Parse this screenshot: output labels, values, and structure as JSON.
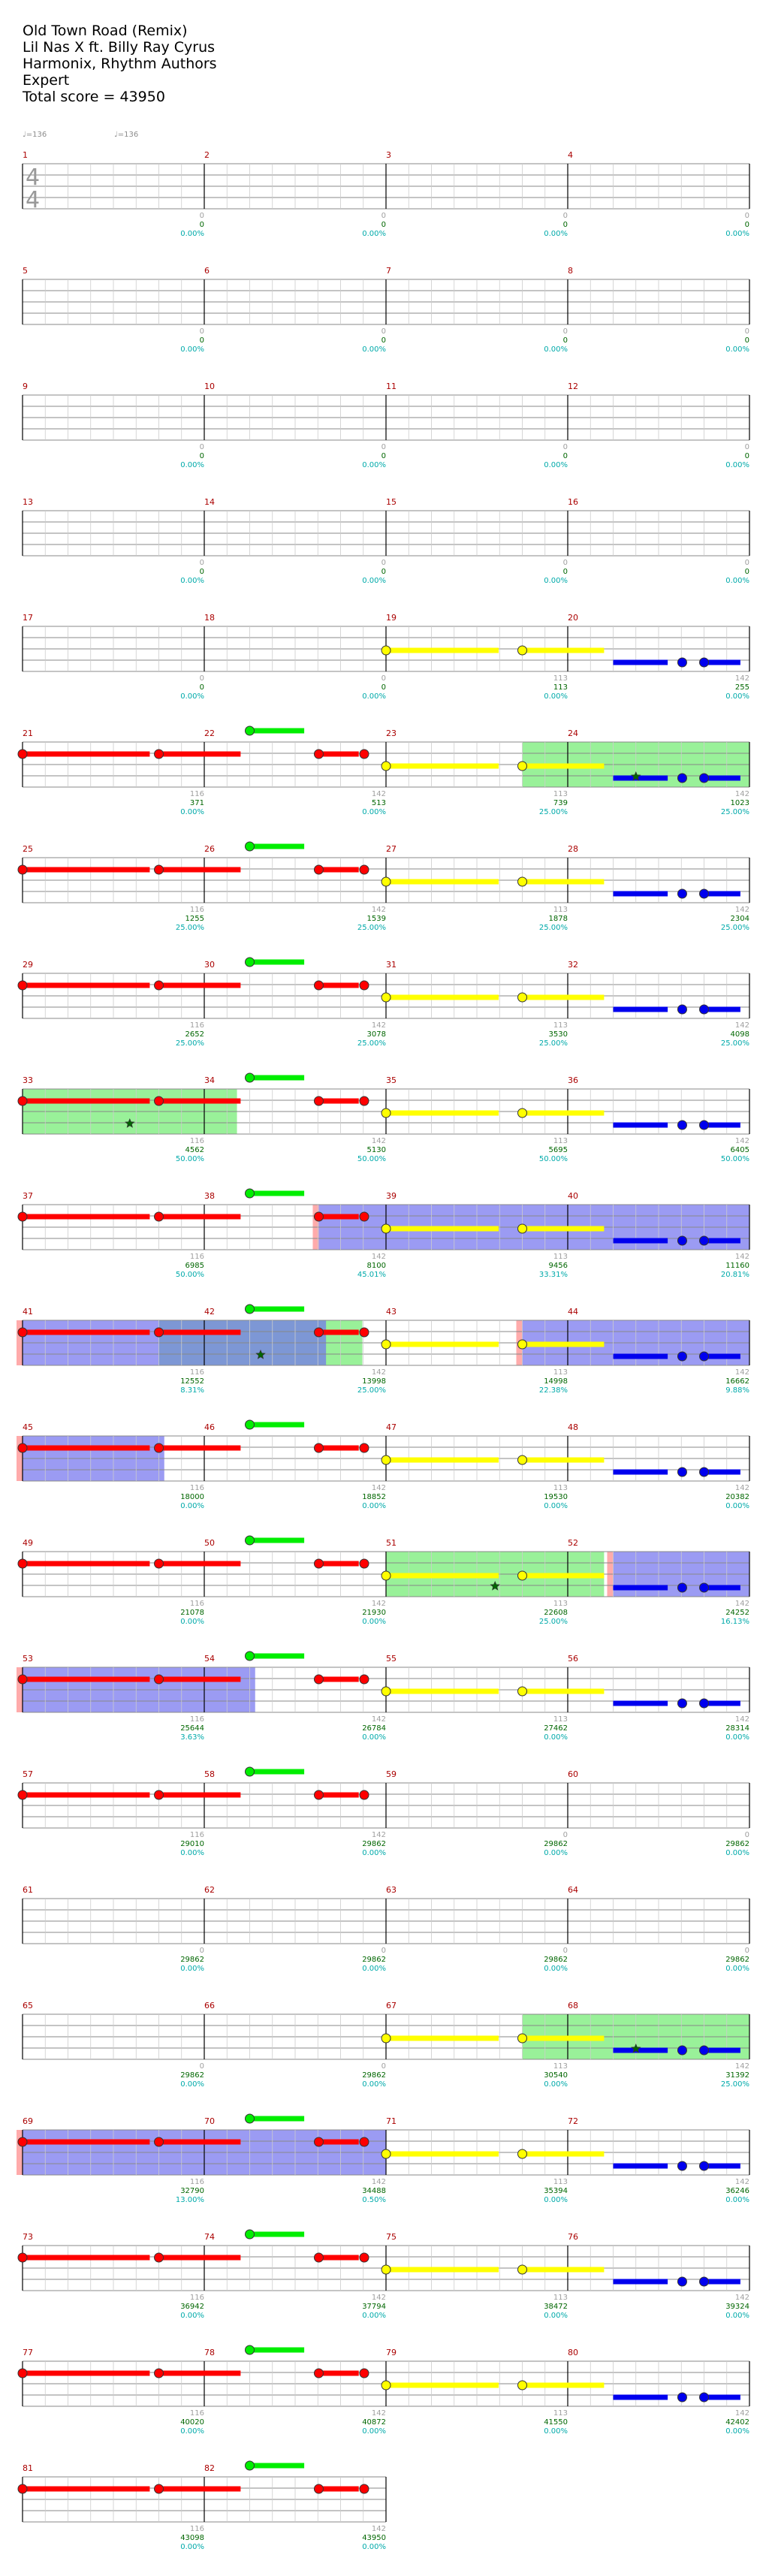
{
  "header": {
    "title": "Old Town Road (Remix)",
    "artist": "Lil Nas X ft. Billy Ray Cyrus",
    "charter": "Harmonix, Rhythm Authors",
    "difficulty": "Expert",
    "total_score": "Total score = 43950"
  },
  "tempo_markers": [
    "♩=136",
    "♩=136"
  ],
  "time_signature": [
    "4",
    "4"
  ],
  "colors": {
    "measure_number": "#aa0000",
    "red": "#ff0000",
    "yellow": "#ffff00",
    "blue": "#0000ee",
    "green": "#00ee00",
    "star_power": "#80ee80",
    "overdrive": "#7070ee",
    "cumulative": "#006600",
    "percent": "#00aaaa",
    "points": "#a0a0a0",
    "text_gray": "#8c8c8c"
  },
  "chart_data": {
    "type": "table",
    "measures": [
      {
        "num": 1,
        "score": 0,
        "pct": "0.00%",
        "pts": null
      },
      {
        "num": 2,
        "score": 0,
        "pct": "0.00%",
        "pts": null
      },
      {
        "num": 3,
        "score": 0,
        "pct": "0.00%",
        "pts": null
      },
      {
        "num": 4,
        "score": 0,
        "pct": "0.00%",
        "pts": null
      },
      {
        "num": 5,
        "score": 0,
        "pct": "0.00%",
        "pts": null
      },
      {
        "num": 6,
        "score": 0,
        "pct": "0.00%",
        "pts": null
      },
      {
        "num": 7,
        "score": 0,
        "pct": "0.00%",
        "pts": null
      },
      {
        "num": 8,
        "score": 0,
        "pct": "0.00%",
        "pts": null
      },
      {
        "num": 9,
        "score": 0,
        "pct": "0.00%",
        "pts": null
      },
      {
        "num": 10,
        "score": 0,
        "pct": "0.00%",
        "pts": null
      },
      {
        "num": 11,
        "score": 0,
        "pct": "0.00%",
        "pts": null
      },
      {
        "num": 12,
        "score": 0,
        "pct": "0.00%",
        "pts": null
      },
      {
        "num": 13,
        "score": 0,
        "pct": "0.00%",
        "pts": null
      },
      {
        "num": 14,
        "score": 0,
        "pct": "0.00%",
        "pts": null
      },
      {
        "num": 15,
        "score": 0,
        "pct": "0.00%",
        "pts": null
      },
      {
        "num": 16,
        "score": 0,
        "pct": "0.00%",
        "pts": null
      },
      {
        "num": 17,
        "score": 0,
        "pct": "0.00%",
        "pts": null
      },
      {
        "num": 18,
        "score": 0,
        "pct": "0.00%",
        "pts": null
      },
      {
        "num": 19,
        "score": 113,
        "pct": "0.00%",
        "pts": 113
      },
      {
        "num": 20,
        "score": 255,
        "pct": "0.00%",
        "pts": 142
      },
      {
        "num": 21,
        "score": 371,
        "pct": "0.00%",
        "pts": 116
      },
      {
        "num": 22,
        "score": 513,
        "pct": "0.00%",
        "pts": 142
      },
      {
        "num": 23,
        "score": 739,
        "pct": "25.00%",
        "pts": 113
      },
      {
        "num": 24,
        "score": 1023,
        "pct": "25.00%",
        "pts": 142
      },
      {
        "num": 25,
        "score": 1255,
        "pct": "25.00%",
        "pts": 116
      },
      {
        "num": 26,
        "score": 1539,
        "pct": "25.00%",
        "pts": 142
      },
      {
        "num": 27,
        "score": 1878,
        "pct": "25.00%",
        "pts": 113
      },
      {
        "num": 28,
        "score": 2304,
        "pct": "25.00%",
        "pts": 142
      },
      {
        "num": 29,
        "score": 2652,
        "pct": "25.00%",
        "pts": 116
      },
      {
        "num": 30,
        "score": 3078,
        "pct": "25.00%",
        "pts": 142
      },
      {
        "num": 31,
        "score": 3530,
        "pct": "25.00%",
        "pts": 113
      },
      {
        "num": 32,
        "score": 4098,
        "pct": "25.00%",
        "pts": 142
      },
      {
        "num": 33,
        "score": 4562,
        "pct": "50.00%",
        "pts": 116
      },
      {
        "num": 34,
        "score": 5130,
        "pct": "50.00%",
        "pts": 142
      },
      {
        "num": 35,
        "score": 5695,
        "pct": "50.00%",
        "pts": 113
      },
      {
        "num": 36,
        "score": 6405,
        "pct": "50.00%",
        "pts": 142
      },
      {
        "num": 37,
        "score": 6985,
        "pct": "50.00%",
        "pts": 116
      },
      {
        "num": 38,
        "score": 8100,
        "pct": "45.01%",
        "pts": 142
      },
      {
        "num": 39,
        "score": 9456,
        "pct": "33.31%",
        "pts": 113
      },
      {
        "num": 40,
        "score": 11160,
        "pct": "20.81%",
        "pts": 142
      },
      {
        "num": 41,
        "score": 12552,
        "pct": "8.31%",
        "pts": 116
      },
      {
        "num": 42,
        "score": 13998,
        "pct": "25.00%",
        "pts": 142
      },
      {
        "num": 43,
        "score": 14998,
        "pct": "22.38%",
        "pts": 113
      },
      {
        "num": 44,
        "score": 16662,
        "pct": "9.88%",
        "pts": 142
      },
      {
        "num": 45,
        "score": 18000,
        "pct": "0.00%",
        "pts": 116
      },
      {
        "num": 46,
        "score": 18852,
        "pct": "0.00%",
        "pts": 142
      },
      {
        "num": 47,
        "score": 19530,
        "pct": "0.00%",
        "pts": 113
      },
      {
        "num": 48,
        "score": 20382,
        "pct": "0.00%",
        "pts": 142
      },
      {
        "num": 49,
        "score": 21078,
        "pct": "0.00%",
        "pts": 116
      },
      {
        "num": 50,
        "score": 21930,
        "pct": "0.00%",
        "pts": 142
      },
      {
        "num": 51,
        "score": 22608,
        "pct": "25.00%",
        "pts": 113
      },
      {
        "num": 52,
        "score": 24252,
        "pct": "16.13%",
        "pts": 142
      },
      {
        "num": 53,
        "score": 25644,
        "pct": "3.63%",
        "pts": 116
      },
      {
        "num": 54,
        "score": 26784,
        "pct": "0.00%",
        "pts": 142
      },
      {
        "num": 55,
        "score": 27462,
        "pct": "0.00%",
        "pts": 113
      },
      {
        "num": 56,
        "score": 28314,
        "pct": "0.00%",
        "pts": 142
      },
      {
        "num": 57,
        "score": 29010,
        "pct": "0.00%",
        "pts": 116
      },
      {
        "num": 58,
        "score": 29862,
        "pct": "0.00%",
        "pts": 142
      },
      {
        "num": 59,
        "score": 29862,
        "pct": "0.00%",
        "pts": 0
      },
      {
        "num": 60,
        "score": 29862,
        "pct": "0.00%",
        "pts": 0
      },
      {
        "num": 61,
        "score": 29862,
        "pct": "0.00%",
        "pts": 0
      },
      {
        "num": 62,
        "score": 29862,
        "pct": "0.00%",
        "pts": 0
      },
      {
        "num": 63,
        "score": 29862,
        "pct": "0.00%",
        "pts": 0
      },
      {
        "num": 64,
        "score": 29862,
        "pct": "0.00%",
        "pts": 0
      },
      {
        "num": 65,
        "score": 29862,
        "pct": "0.00%",
        "pts": 0
      },
      {
        "num": 66,
        "score": 29862,
        "pct": "0.00%",
        "pts": 0
      },
      {
        "num": 67,
        "score": 30540,
        "pct": "0.00%",
        "pts": 113
      },
      {
        "num": 68,
        "score": 31392,
        "pct": "25.00%",
        "pts": 142
      },
      {
        "num": 69,
        "score": 32790,
        "pct": "13.00%",
        "pts": 116
      },
      {
        "num": 70,
        "score": 34488,
        "pct": "0.50%",
        "pts": 142
      },
      {
        "num": 71,
        "score": 35394,
        "pct": "0.00%",
        "pts": 113
      },
      {
        "num": 72,
        "score": 36246,
        "pct": "0.00%",
        "pts": 142
      },
      {
        "num": 73,
        "score": 36942,
        "pct": "0.00%",
        "pts": 116
      },
      {
        "num": 74,
        "score": 37794,
        "pct": "0.00%",
        "pts": 142
      },
      {
        "num": 75,
        "score": 38472,
        "pct": "0.00%",
        "pts": 113
      },
      {
        "num": 76,
        "score": 39324,
        "pct": "0.00%",
        "pts": 142
      },
      {
        "num": 77,
        "score": 40020,
        "pct": "0.00%",
        "pts": 116
      },
      {
        "num": 78,
        "score": 40872,
        "pct": "0.00%",
        "pts": 142
      },
      {
        "num": 79,
        "score": 41550,
        "pct": "0.00%",
        "pts": 113
      },
      {
        "num": 80,
        "score": 42402,
        "pct": "0.00%",
        "pts": 142
      },
      {
        "num": 81,
        "score": 43098,
        "pct": "0.00%",
        "pts": 116
      },
      {
        "num": 82,
        "score": 43950,
        "pct": "0.00%",
        "pts": 142
      }
    ],
    "patterns": {
      "A": [
        {
          "lane": "red",
          "start": 0.0,
          "end": 0.7,
          "head": true,
          "head_end": false
        },
        {
          "lane": "red",
          "start": 0.75,
          "end": 1.2,
          "head": true,
          "head_end": false
        },
        {
          "lane": "green",
          "start": 1.25,
          "end": 1.55,
          "head": true,
          "head_end": false
        },
        {
          "lane": "red",
          "start": 1.63,
          "end": 1.85,
          "head": true,
          "head_end": false
        },
        {
          "lane": "red",
          "start": 1.88,
          "end": 1.88,
          "head": true,
          "head_end": false
        }
      ],
      "B": [
        {
          "lane": "yellow",
          "start": 0.0,
          "end": 0.62,
          "head": true,
          "head_end": false
        },
        {
          "lane": "yellow",
          "start": 0.75,
          "end": 1.2,
          "head": true,
          "head_end": false
        },
        {
          "lane": "blue",
          "start": 1.25,
          "end": 1.55,
          "head": false,
          "head_end": false
        },
        {
          "lane": "blue",
          "start": 1.63,
          "end": 1.63,
          "head": true,
          "head_end": false
        },
        {
          "lane": "blue",
          "start": 1.75,
          "end": 1.95,
          "head": true,
          "head_end": false
        }
      ]
    },
    "rows": [
      {
        "measures": [
          1,
          2,
          3,
          4
        ],
        "pattern": null,
        "star": [],
        "od": []
      },
      {
        "measures": [
          5,
          6,
          7,
          8
        ],
        "pattern": null,
        "star": [],
        "od": []
      },
      {
        "measures": [
          9,
          10,
          11,
          12
        ],
        "pattern": null,
        "star": [],
        "od": []
      },
      {
        "measures": [
          13,
          14,
          15,
          16
        ],
        "pattern": null,
        "star": [],
        "od": []
      },
      {
        "measures": [
          17,
          18,
          19,
          20
        ],
        "pattern": "B_only",
        "star": [],
        "od": []
      },
      {
        "measures": [
          21,
          22,
          23,
          24
        ],
        "pattern": "AB",
        "star": [
          [
            2.75,
            4.0
          ]
        ],
        "od": []
      },
      {
        "measures": [
          25,
          26,
          27,
          28
        ],
        "pattern": "AB",
        "star": [],
        "od": []
      },
      {
        "measures": [
          29,
          30,
          31,
          32
        ],
        "pattern": "AB",
        "star": [],
        "od": []
      },
      {
        "measures": [
          33,
          34,
          35,
          36
        ],
        "pattern": "AB",
        "star": [
          [
            0.0,
            1.18
          ]
        ],
        "od": []
      },
      {
        "measures": [
          37,
          38,
          39,
          40
        ],
        "pattern": "AB",
        "star": [],
        "od": [
          [
            1.63,
            4.0
          ]
        ]
      },
      {
        "measures": [
          41,
          42,
          43,
          44
        ],
        "pattern": "AB",
        "star": [
          [
            0.75,
            1.87
          ]
        ],
        "od": [
          [
            0.0,
            1.67
          ],
          [
            2.75,
            4.0
          ]
        ]
      },
      {
        "measures": [
          45,
          46,
          47,
          48
        ],
        "pattern": "AB",
        "star": [],
        "od": [
          [
            0.0,
            0.78
          ]
        ]
      },
      {
        "measures": [
          49,
          50,
          51,
          52
        ],
        "pattern": "AB",
        "star": [
          [
            2.0,
            3.2
          ]
        ],
        "od": [
          [
            3.25,
            4.0
          ]
        ]
      },
      {
        "measures": [
          53,
          54,
          55,
          56
        ],
        "pattern": "AB",
        "star": [],
        "od": [
          [
            0.0,
            1.28
          ]
        ]
      },
      {
        "measures": [
          57,
          58,
          59,
          60
        ],
        "pattern": "A_only",
        "star": [],
        "od": []
      },
      {
        "measures": [
          61,
          62,
          63,
          64
        ],
        "pattern": null,
        "star": [],
        "od": []
      },
      {
        "measures": [
          65,
          66,
          67,
          68
        ],
        "pattern": "B_only",
        "star": [
          [
            2.75,
            4.0
          ]
        ],
        "od": []
      },
      {
        "measures": [
          69,
          70,
          71,
          72
        ],
        "pattern": "AB",
        "star": [],
        "od": [
          [
            0.0,
            2.0
          ]
        ]
      },
      {
        "measures": [
          73,
          74,
          75,
          76
        ],
        "pattern": "AB",
        "star": [],
        "od": []
      },
      {
        "measures": [
          77,
          78,
          79,
          80
        ],
        "pattern": "AB",
        "star": [],
        "od": []
      },
      {
        "measures": [
          81,
          82
        ],
        "pattern": "A_only",
        "star": [],
        "od": []
      }
    ]
  }
}
